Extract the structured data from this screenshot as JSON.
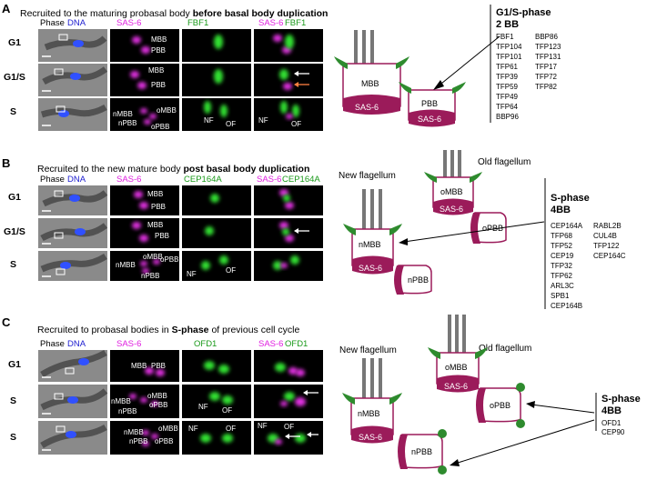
{
  "panels": [
    {
      "letter": "A",
      "title_plain": "Recruited to the maturing probasal body ",
      "title_bold": "before basal body duplication",
      "stages": [
        "G1",
        "G1/S",
        "S"
      ],
      "channels": {
        "phase": "Phase",
        "dna": "DNA",
        "marker1": "SAS-6",
        "marker2": "FBF1",
        "merge1": "SAS-6",
        "merge2": "FBF1"
      },
      "micro_labels": {
        "g1": [
          "MBB",
          "PBB"
        ],
        "g1s": [
          "MBB",
          "PBB"
        ],
        "s": [
          "oMBB",
          "nMBB",
          "nPBB",
          "oPBB",
          "NF",
          "OF",
          "NF",
          "OF"
        ]
      },
      "diagram": {
        "bb1": "MBB",
        "bb2": "PBB",
        "sas": "SAS-6"
      },
      "list": {
        "heading1": "G1/S-phase",
        "heading2": "2 BB",
        "col1": [
          "FBF1",
          "TFP104",
          "TFP101",
          "TFP61",
          "TFP39",
          "TFP59",
          "TFP49",
          "TFP64",
          "BBP96"
        ],
        "col2": [
          "BBP86",
          "TFP123",
          "TFP131",
          "TFP17",
          "TFP72",
          "TFP82"
        ]
      }
    },
    {
      "letter": "B",
      "title_plain": "Recruited to the new mature body ",
      "title_bold": "post basal body duplication",
      "stages": [
        "G1",
        "G1/S",
        "S"
      ],
      "channels": {
        "phase": "Phase",
        "dna": "DNA",
        "marker1": "SAS-6",
        "marker2": "CEP164A",
        "merge1": "SAS-6",
        "merge2": "CEP164A"
      },
      "micro_labels": {
        "g1": [
          "MBB",
          "PBB"
        ],
        "g1s": [
          "MBB",
          "PBB"
        ],
        "s": [
          "oMBB",
          "oPBB",
          "nMBB",
          "nPBB",
          "NF",
          "OF"
        ]
      },
      "diagram": {
        "new_flag": "New flagellum",
        "old_flag": "Old flagellum",
        "nmbb": "nMBB",
        "npbb": "nPBB",
        "ombb": "oMBB",
        "opbb": "oPBB",
        "sas": "SAS-6"
      },
      "list": {
        "heading1": "S-phase",
        "heading2": "4BB",
        "col1": [
          "CEP164A",
          "TFP68",
          "TFP52",
          "CEP19",
          "TFP32",
          "TFP62",
          "ARL3C",
          "SPB1",
          "CEP164B"
        ],
        "col2": [
          "RABL2B",
          "CUL4B",
          "TFP122",
          "CEP164C"
        ]
      }
    },
    {
      "letter": "C",
      "title_plain": "Recruited to probasal bodies in ",
      "title_bold": "S-phase",
      "title_tail": " of previous cell cycle",
      "stages": [
        "G1",
        "S",
        "S"
      ],
      "channels": {
        "phase": "Phase",
        "dna": "DNA",
        "marker1": "SAS-6",
        "marker2": "OFD1",
        "merge1": "SAS-6",
        "merge2": "OFD1"
      },
      "micro_labels": {
        "g1": [
          "MBB",
          "PBB"
        ],
        "s1": [
          "nMBB",
          "oMBB",
          "nPBB",
          "oPBB",
          "NF",
          "OF"
        ],
        "s2": [
          "nMBB",
          "oMBB",
          "nPBB",
          "oPBB",
          "NF",
          "OF",
          "NF",
          "OF"
        ]
      },
      "diagram": {
        "new_flag": "New flagellum",
        "old_flag": "Old flagellum",
        "nmbb": "nMBB",
        "npbb": "nPBB",
        "ombb": "oMBB",
        "opbb": "oPBB",
        "sas": "SAS-6"
      },
      "list": {
        "heading1": "S-phase",
        "heading2": "4BB",
        "col1": [
          "OFD1",
          "CEP90"
        ]
      }
    }
  ],
  "colors": {
    "sas6": "#9b1b5a",
    "green": "#2e8b2e",
    "magenta_text": "#e020e0",
    "green_text": "#1a9a1a",
    "dna_text": "#2020d0"
  }
}
